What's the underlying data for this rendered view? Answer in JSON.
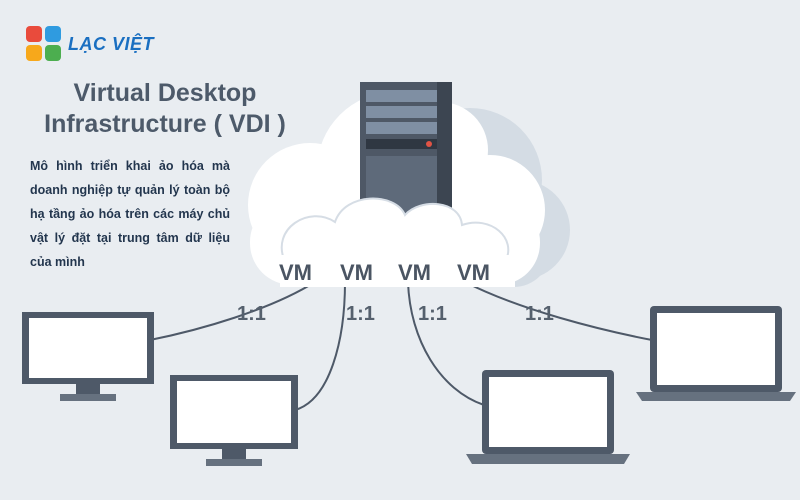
{
  "logo": {
    "text": "LẠC VIỆT",
    "colors": [
      "#e94b3c",
      "#2f9be0",
      "#f7a81b",
      "#4cae4f"
    ]
  },
  "title": {
    "line1": "Virtual Desktop",
    "line2": "Infrastructure ( VDI )"
  },
  "description": "Mô hình triển khai ảo hóa mà doanh nghiệp tự quản lý toàn bộ hạ tầng ảo hóa trên các máy chủ vật lý đặt tại trung tâm dữ liệu của mình",
  "vms": [
    "VM",
    "VM",
    "VM",
    "VM"
  ],
  "ratios": [
    "1:1",
    "1:1",
    "1:1",
    "1:1"
  ],
  "colors": {
    "background": "#e9edf1",
    "device_dark": "#4e5968",
    "cloud": "#ffffff",
    "server": "#4e5866"
  },
  "icons": [
    "server-icon",
    "cloud-icon",
    "monitor-icon",
    "laptop-icon"
  ]
}
